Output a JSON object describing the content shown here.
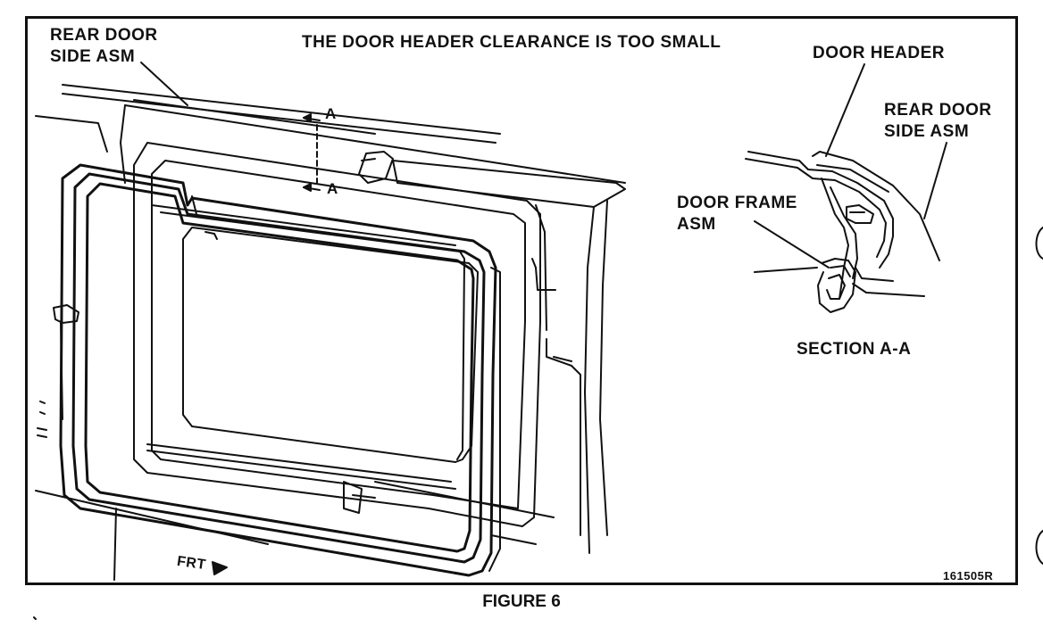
{
  "figure": {
    "headline": "THE DOOR HEADER CLEARANCE IS TOO SMALL",
    "caption": "FIGURE 6",
    "code": "161505R"
  },
  "callouts": {
    "rear_door_side_asm_left": "REAR DOOR\nSIDE ASM",
    "section_marker_top": "A",
    "section_marker_bottom": "A",
    "front_arrow": "FRT",
    "door_header": "DOOR HEADER",
    "rear_door_side_asm_right": "REAR DOOR\nSIDE ASM",
    "door_frame_asm": "DOOR FRAME\nASM",
    "section_title": "SECTION A-A"
  }
}
